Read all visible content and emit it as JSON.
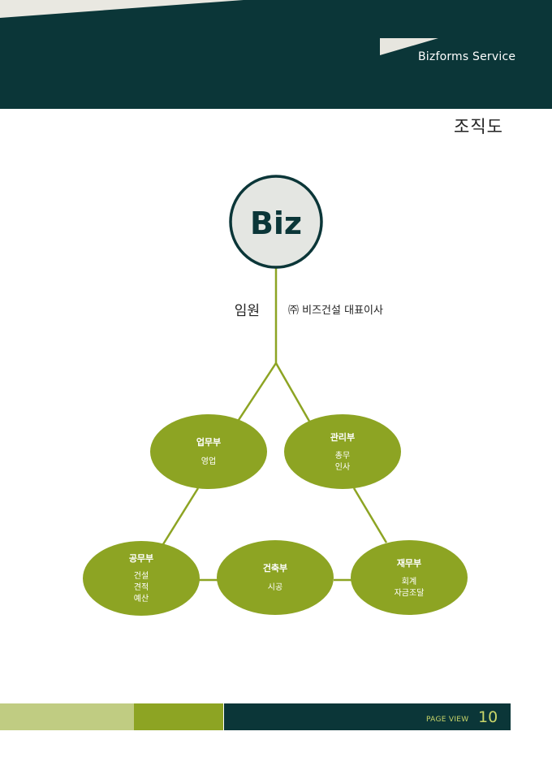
{
  "header": {
    "brand": "Bizforms Service"
  },
  "page": {
    "title": "조직도"
  },
  "diagram": {
    "root": {
      "label": "Biz"
    },
    "executive": {
      "label": "임원",
      "desc": "㈜ 비즈건설 대표이사"
    },
    "departments": [
      {
        "name": "업무부",
        "lines": [
          "영업"
        ]
      },
      {
        "name": "관리부",
        "lines": [
          "총무",
          "인사"
        ]
      },
      {
        "name": "공무부",
        "lines": [
          "건설",
          "견적",
          "예산"
        ]
      },
      {
        "name": "건축부",
        "lines": [
          "시공"
        ]
      },
      {
        "name": "재무부",
        "lines": [
          "회계",
          "자금조달"
        ]
      }
    ]
  },
  "footer": {
    "page_view_label": "PAGE VIEW",
    "page_number": "10"
  },
  "colors": {
    "header_bg": "#0b3638",
    "node_green": "#8da423",
    "line_green": "#8da423",
    "light_green": "#c0cc82",
    "circle_fill": "#e4e6e2"
  }
}
